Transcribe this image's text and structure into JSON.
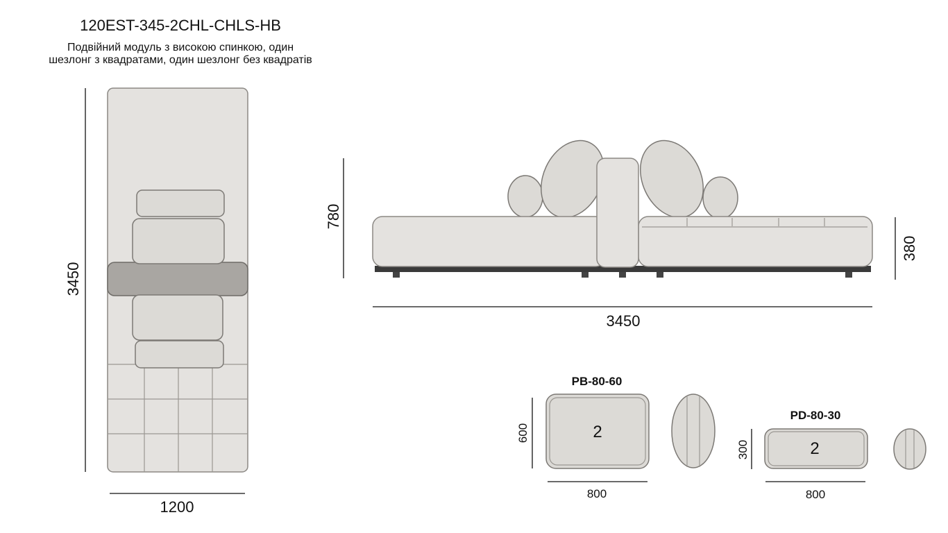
{
  "header": {
    "model_code": "120EST-345-2CHL-CHLS-HB",
    "description_line1": "Подвійний модуль з високою спинкою, один",
    "description_line2": "шезлонг з квадратами, один шезлонг без квадратів"
  },
  "top_view": {
    "length_label": "3450",
    "width_label": "1200"
  },
  "front_view": {
    "height_total_label": "780",
    "seat_height_label": "380",
    "length_label": "3450"
  },
  "pillows": [
    {
      "code": "PB-80-60",
      "quantity": "2",
      "height_label": "600",
      "width_label": "800"
    },
    {
      "code": "PD-80-30",
      "quantity": "2",
      "height_label": "300",
      "width_label": "800"
    }
  ],
  "colors": {
    "fabric": "#e4e2df",
    "backrest_band": "#a9a6a2",
    "base": "#3a3a3a"
  }
}
